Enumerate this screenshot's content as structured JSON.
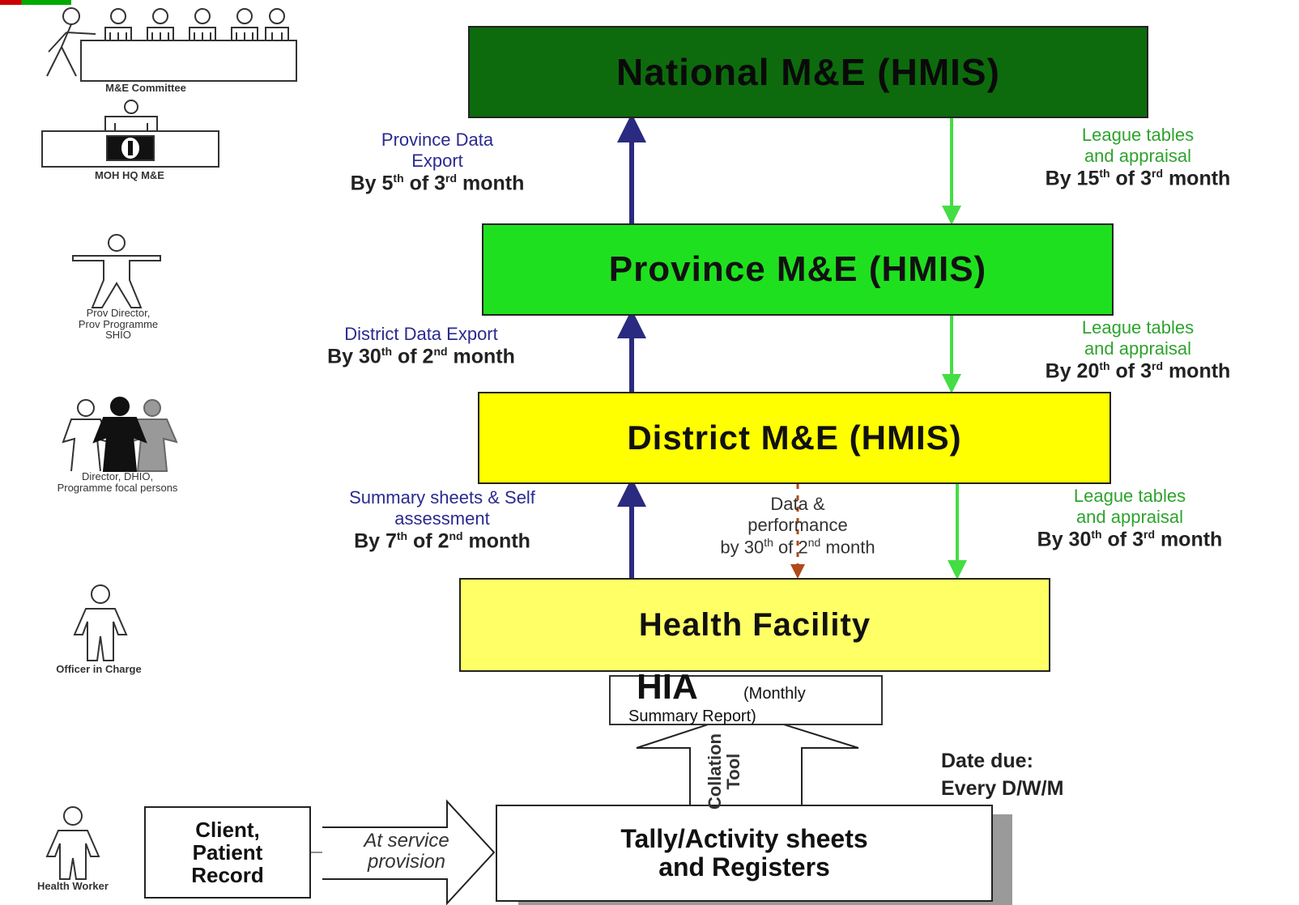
{
  "levels": {
    "national": "National M&E (HMIS)",
    "province": "Province M&E (HMIS)",
    "district": "District M&E (HMIS)",
    "health_facility": "Health Facility"
  },
  "hia": {
    "title": "HIA",
    "sub1": "(Monthly",
    "sub2": "Summary Report)"
  },
  "tally": {
    "line1": "Tally/Activity sheets",
    "line2": "and Registers"
  },
  "client": {
    "line1": "Client,",
    "line2": "Patient",
    "line3": "Record"
  },
  "service": {
    "line1": "At service",
    "line2": "provision"
  },
  "collation": {
    "line1": "Collation",
    "line2": "Tool"
  },
  "date_due": {
    "line1": "Date due:",
    "line2": "Every D/W/M"
  },
  "up_flows": [
    {
      "line1": "Province Data",
      "line2": "Export",
      "due_prefix": "By 5",
      "due_sup1": "th",
      "due_mid": " of 3",
      "due_sup2": "rd",
      "due_suffix": " month"
    },
    {
      "line1": "District Data Export",
      "line2": "",
      "due_prefix": "By 30",
      "due_sup1": "th",
      "due_mid": " of 2",
      "due_sup2": "nd",
      "due_suffix": " month"
    },
    {
      "line1": "Summary sheets & Self",
      "line2": "assessment",
      "due_prefix": "By 7",
      "due_sup1": "th",
      "due_mid": " of 2",
      "due_sup2": "nd",
      "due_suffix": " month"
    }
  ],
  "down_flows": [
    {
      "line1": "League tables",
      "line2": "and appraisal",
      "due_prefix": "By 15",
      "due_sup1": "th",
      "due_mid": " of 3",
      "due_sup2": "rd",
      "due_suffix": " month"
    },
    {
      "line1": "League tables",
      "line2": "and appraisal",
      "due_prefix": "By 20",
      "due_sup1": "th",
      "due_mid": " of 3",
      "due_sup2": "rd",
      "due_suffix": " month"
    },
    {
      "line1": "League tables",
      "line2": "and appraisal",
      "due_prefix": "By 30",
      "due_sup1": "th",
      "due_mid": " of 3",
      "due_sup2": "rd",
      "due_suffix": " month"
    }
  ],
  "data_performance": {
    "line1": "Data &",
    "line2": "performance",
    "due_prefix": "by 30",
    "due_sup1": "th",
    "due_mid": " of 2",
    "due_sup2": "nd",
    "due_suffix": " month"
  },
  "roles": {
    "committee": "M&E Committee",
    "moh_hq": "MOH HQ  M&E",
    "province_line1": "Prov Director,",
    "province_line2": "Prov Programme",
    "province_line3": "SHIO",
    "district_line1": "Director, DHIO,",
    "district_line2": "Programme focal persons",
    "officer": "Officer in Charge",
    "health_worker": "Health Worker"
  },
  "colors": {
    "national": "#0d6b0d",
    "province": "#1fe01f",
    "district": "#ffff00",
    "health_facility": "#ffff66",
    "up_arrow": "#2a2a80",
    "down_arrow": "#44dd44",
    "data_arrow": "#b04a1a"
  }
}
